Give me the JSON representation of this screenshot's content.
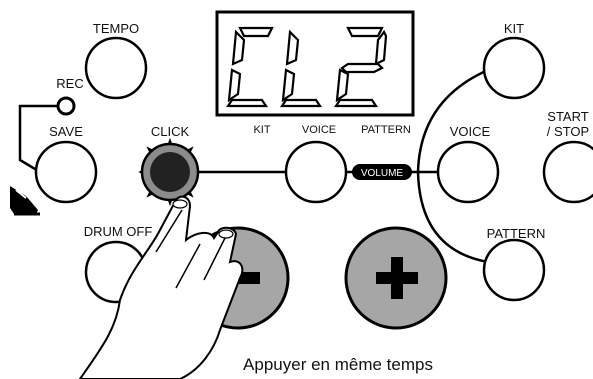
{
  "display": {
    "text": "CL2",
    "left_labels": [
      "KIT",
      "VOICE",
      "PATTERN"
    ]
  },
  "buttons": {
    "tempo": "TEMPO",
    "rec": "REC",
    "save": "SAVE",
    "click": "CLICK",
    "drum_off": "DRUM OFF",
    "kit": "KIT",
    "voice": "VOICE",
    "start_stop_line1": "START",
    "start_stop_line2": "/ STOP",
    "pattern": "PATTERN",
    "minus": "−",
    "plus": "+"
  },
  "volume_label": "VOLUME",
  "caption": "Appuyer en même temps",
  "colors": {
    "minus_button": "#a6a6a6",
    "plus_button": "#a6a6a6",
    "click_button": "#333333",
    "line": "#000000"
  },
  "icons": {
    "click_flash": "starburst-icon",
    "pedal": "foot-pedal-icon",
    "hand": "pointing-hand-icon"
  }
}
